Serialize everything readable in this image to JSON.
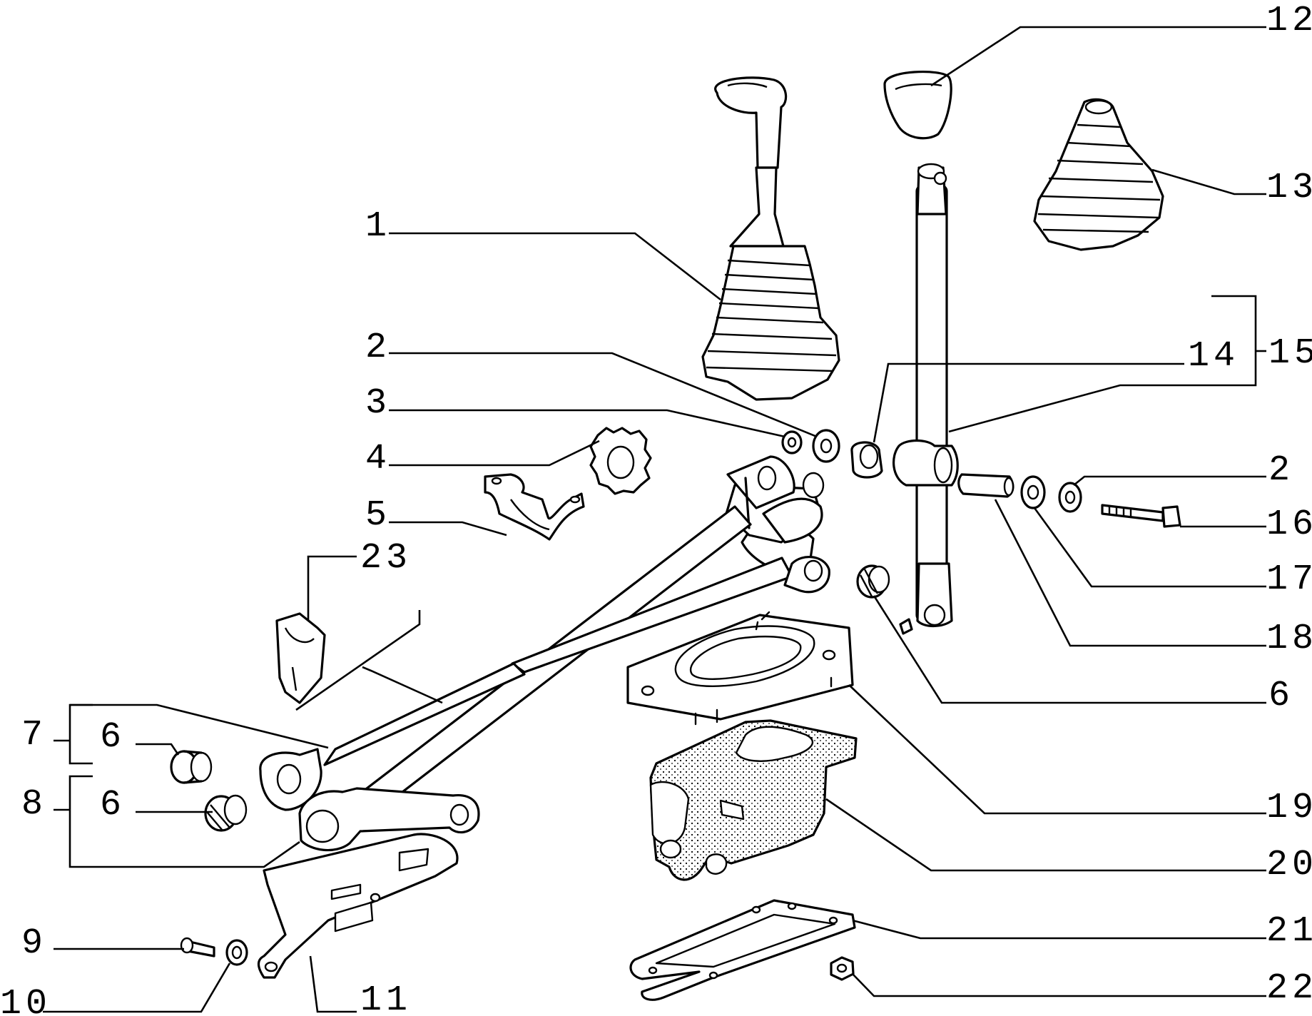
{
  "callouts": {
    "c1": "1",
    "c2a": "2",
    "c2b": "2",
    "c3": "3",
    "c4": "4",
    "c5": "5",
    "c6a": "6",
    "c6b": "6",
    "c6c": "6",
    "c7": "7",
    "c8": "8",
    "c9": "9",
    "c10": "10",
    "c11": "11",
    "c12": "12",
    "c13": "13",
    "c14": "14",
    "c15": "15",
    "c16": "16",
    "c17": "17",
    "c18": "18",
    "c19": "19",
    "c20": "20",
    "c21": "21",
    "c22": "22",
    "c23": "23"
  }
}
